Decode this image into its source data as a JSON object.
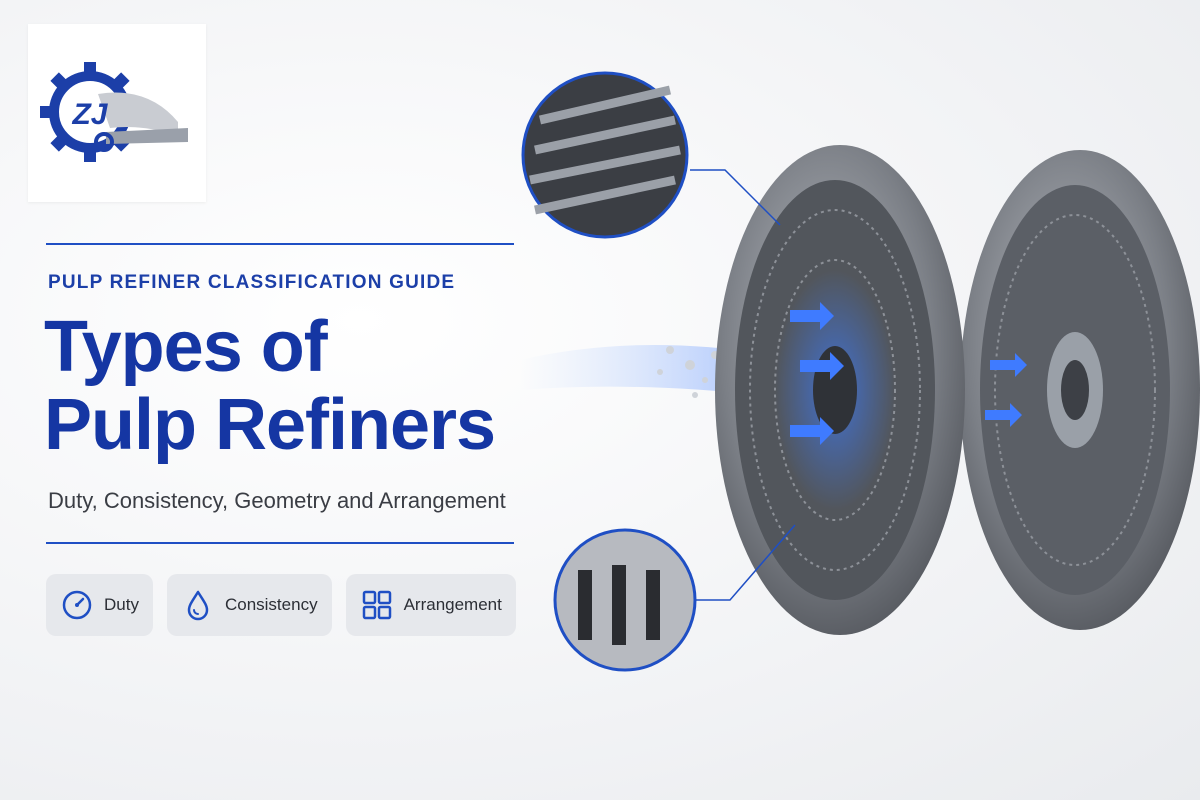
{
  "brand": {
    "logo_icon": "gear-zj-logo-icon",
    "logo_text": "ZJ"
  },
  "hero": {
    "kicker": "PULP REFINER CLASSIFICATION GUIDE",
    "title_line1": "Types of",
    "title_line2": "Pulp Refiners",
    "subtitle": "Duty, Consistency, Geometry and Arrangement"
  },
  "chips": [
    {
      "label": "Duty",
      "icon": "gauge-icon"
    },
    {
      "label": "Consistency",
      "icon": "droplet-icon"
    },
    {
      "label": "Arrangement",
      "icon": "grid-icon"
    }
  ],
  "colors": {
    "brand_blue": "#1536a3",
    "accent_blue": "#1f4fc4",
    "chip_bg": "#e6e8ec"
  }
}
